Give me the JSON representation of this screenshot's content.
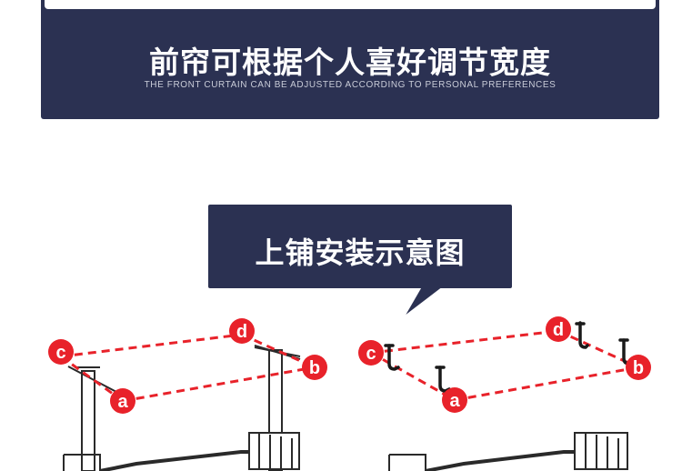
{
  "banner": {
    "title": "前帘可根据个人喜好调节宽度",
    "subtitle": "THE FRONT CURTAIN CAN BE ADJUSTED ACCORDING TO PERSONAL PREFERENCES"
  },
  "callout": {
    "title": "上铺安装示意图"
  },
  "diagram_left": {
    "points": [
      "c",
      "d",
      "b",
      "a"
    ]
  },
  "diagram_right": {
    "points": [
      "c",
      "d",
      "b",
      "a"
    ]
  },
  "colors": {
    "navy": "#2b3152",
    "marker_red": "#e8222a",
    "dashed_line": "#e8222a",
    "hook": "#1a1a1a"
  }
}
